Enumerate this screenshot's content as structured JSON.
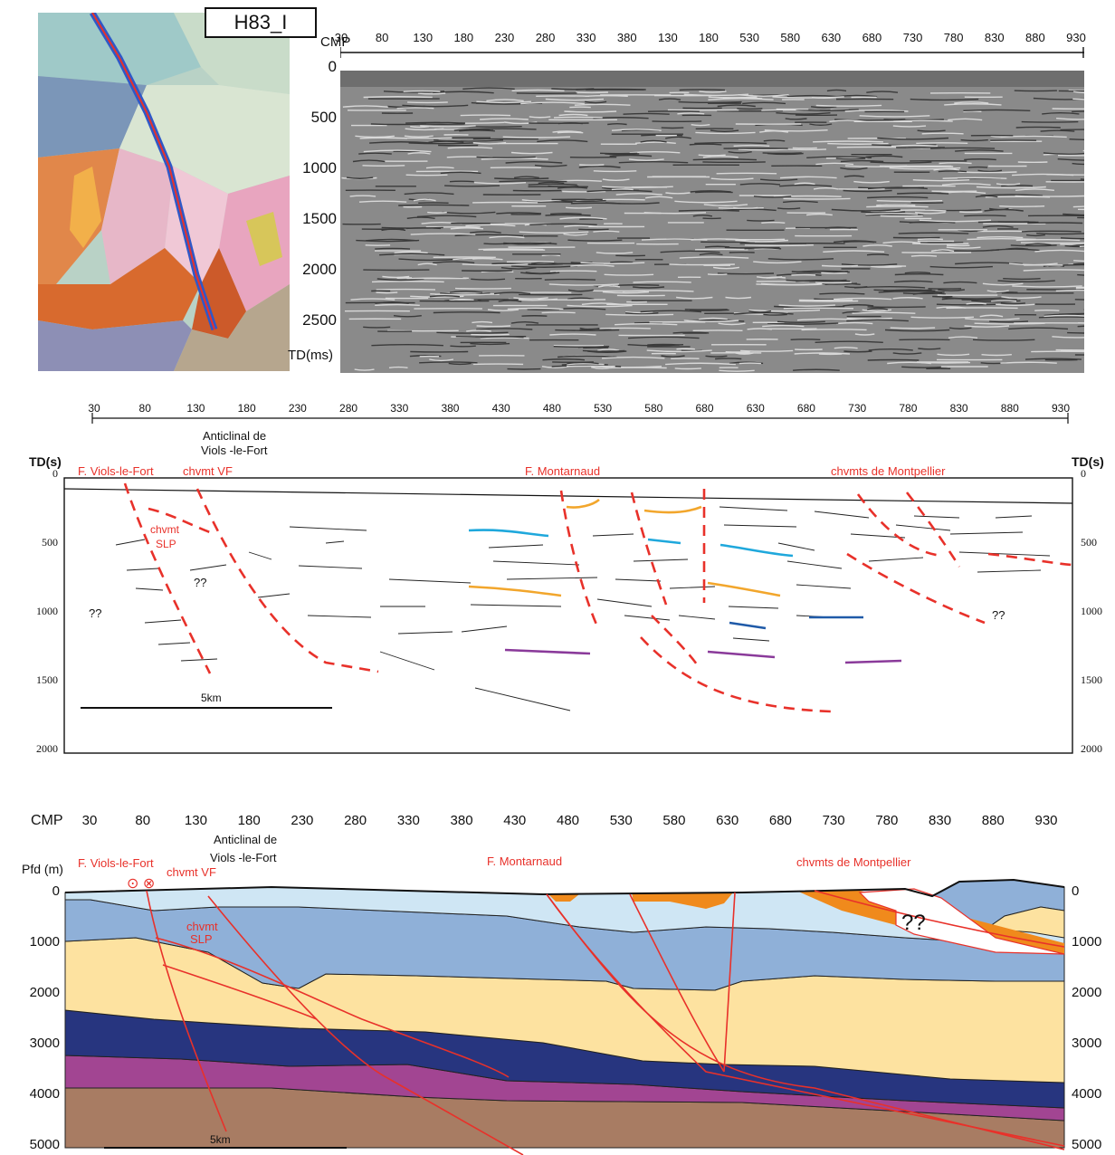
{
  "map": {
    "title": "H83_I"
  },
  "seismic": {
    "cmp_label": "CMP",
    "cmp_ticks": [
      "30",
      "80",
      "130",
      "180",
      "230",
      "280",
      "330",
      "380",
      "130",
      "180",
      "530",
      "580",
      "630",
      "680",
      "730",
      "780",
      "830",
      "880",
      "930"
    ],
    "time_ticks": [
      "0",
      "500",
      "1000",
      "1500",
      "2000",
      "2500"
    ],
    "time_unit": "TD(ms)"
  },
  "interp": {
    "cmp_ticks": [
      "30",
      "80",
      "130",
      "180",
      "230",
      "280",
      "330",
      "380",
      "430",
      "480",
      "530",
      "580",
      "680",
      "630",
      "680",
      "730",
      "780",
      "830",
      "880",
      "930"
    ],
    "axis_left": "TD(s)",
    "axis_right": "TD(s)",
    "y_ticks": [
      "0",
      "500",
      "1000",
      "1500",
      "2000"
    ],
    "labels": {
      "anticline": "Anticlinal de",
      "anticline2": "Viols -le-Fort",
      "f_viols": "F. Viols-le-Fort",
      "chvmt_vf": "chvmt VF",
      "f_montarnaud": "F. Montarnaud",
      "chvmts_montpellier": "chvmts de Montpellier",
      "chvmt_slp": "chvmt",
      "slp": "SLP",
      "q1": "??",
      "q2": "??",
      "q3": "??",
      "scale": "5km"
    }
  },
  "section": {
    "cmp_label": "CMP",
    "cmp_ticks": [
      "30",
      "80",
      "130",
      "180",
      "230",
      "280",
      "330",
      "380",
      "430",
      "480",
      "530",
      "580",
      "630",
      "680",
      "730",
      "780",
      "830",
      "880",
      "930"
    ],
    "axis_left": "Pfd (m)",
    "y_ticks": [
      "0",
      "1000",
      "2000",
      "3000",
      "4000",
      "5000"
    ],
    "labels": {
      "anticline": "Anticlinal de",
      "anticline2": "Viols -le-Fort",
      "f_viols": "F. Viols-le-Fort",
      "chvmt_vf": "chvmt VF",
      "f_montarnaud": "F. Montarnaud",
      "chvmts_montpellier": "chvmts de Montpellier",
      "chvmt_slp": "chvmt",
      "slp": "SLP",
      "q": "??",
      "scale": "5km"
    }
  },
  "colors": {
    "fault": "#e8312a",
    "layer_light_blue": "#cfe6f4",
    "layer_mid_blue": "#8fb0d8",
    "layer_cream": "#fde2a0",
    "layer_dark_blue": "#27357f",
    "layer_purple": "#a24592",
    "layer_brown": "#a87c63",
    "horizon_cyan": "#1fa8dc",
    "horizon_orange": "#f2a62c",
    "horizon_darkblue": "#1f5aa8",
    "horizon_purple": "#8a3a9a"
  }
}
